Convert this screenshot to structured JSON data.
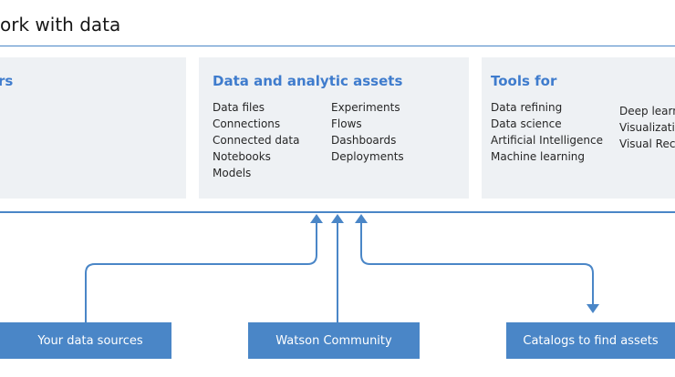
{
  "heading": "ork with data",
  "panels": {
    "left": {
      "title": "rs"
    },
    "middle": {
      "title": "Data and analytic assets",
      "col1": [
        "Data files",
        "Connections",
        "Connected data",
        "Notebooks",
        "Models"
      ],
      "col2": [
        "Experiments",
        "Flows",
        "Dashboards",
        "Deployments"
      ]
    },
    "right": {
      "title": "Tools for",
      "col1": [
        "Data refining",
        "Data science",
        "Artificial Intelligence",
        "Machine learning"
      ],
      "col2": [
        "Deep learni",
        "Visualizati",
        "Visual Reco"
      ]
    }
  },
  "boxes": {
    "data_sources": "Your data sources",
    "community": "Watson Community",
    "catalogs": "Catalogs to find assets"
  },
  "colors": {
    "accent": "#4a86c7",
    "panel_bg": "#eef1f4",
    "title_blue": "#3f7ccd"
  }
}
